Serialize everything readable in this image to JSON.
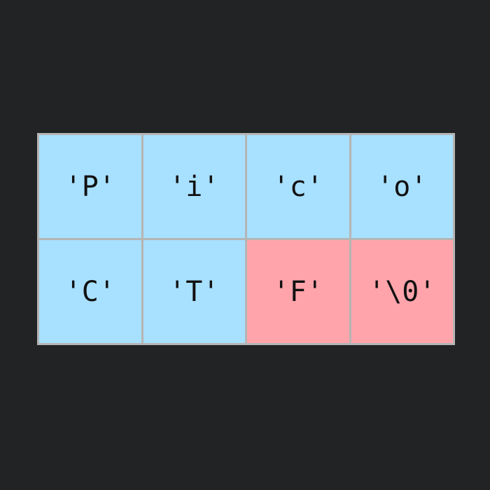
{
  "colors": {
    "background": "#222325",
    "grid_border": "#b5b5b5",
    "cell_normal": "#a8e0ff",
    "cell_highlight": "#ffa4ab",
    "text": "#111111"
  },
  "rows": [
    {
      "cells": [
        {
          "label": "'P'",
          "state": "normal"
        },
        {
          "label": "'i'",
          "state": "normal"
        },
        {
          "label": "'c'",
          "state": "normal"
        },
        {
          "label": "'o'",
          "state": "normal"
        }
      ]
    },
    {
      "cells": [
        {
          "label": "'C'",
          "state": "normal"
        },
        {
          "label": "'T'",
          "state": "normal"
        },
        {
          "label": "'F'",
          "state": "highlight"
        },
        {
          "label": "'\\0'",
          "state": "highlight"
        }
      ]
    }
  ]
}
